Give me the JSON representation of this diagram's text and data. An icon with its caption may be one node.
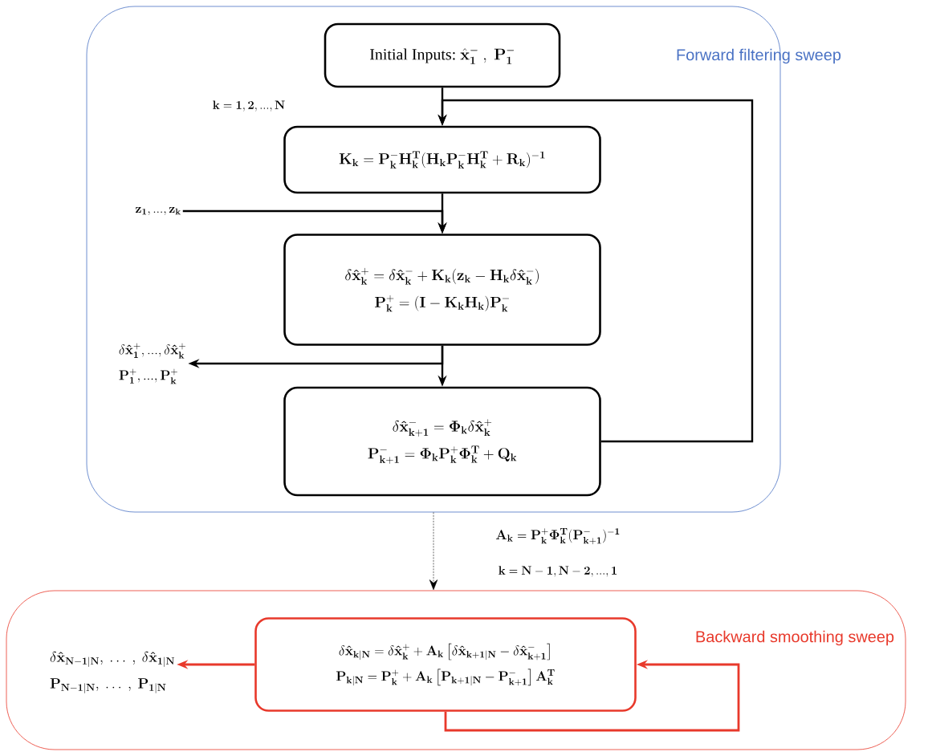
{
  "diagram": {
    "nodes": [
      {
        "text": [
          "Forward filtering sweep"
        ]
      },
      {
        "text": [
          "Initial Inputs:",
          "\\hat{\\mathbf{x}}_{\\mathbf{1}}^{-}\\ ,\\ \\mathbf{P}_{\\mathbf{1}}^{-}"
        ],
        "in": 0
      },
      {
        "text": [
          "\\mathbf{K_k=P_k^-H_k^T(H_kP_k^-H_k^T+R_k)^{-1}}"
        ],
        "in": 0
      },
      {
        "text": [
          "\\mathbf{\\delta\\hat{x}_k^+=\\delta\\hat{x}_k^-+K_k(z_k-H_k\\delta\\hat{x}_k^-)}",
          "\\mathbf{P_k^+=(I-K_kH_k)P_k^-}"
        ],
        "in": 0
      },
      {
        "text": [
          "\\mathbf{\\delta\\hat{x}_{k+1}^-=\\Phi_k\\delta\\hat{x}_k^+}",
          "\\mathbf{P_{k+1}^-=\\Phi_kP_k^+\\Phi_k^T+Q_k}"
        ],
        "in": 0
      },
      {
        "text": [
          "\\mathbf{z_1,...,z_k}"
        ],
        "in": 0
      },
      {
        "text": [
          "\\mathbf{\\delta\\hat{x}_1^+,...,\\delta\\hat{x}_k^+}",
          "\\mathbf{P_1^+,...,P_k^+}"
        ],
        "in": 0
      },
      {
        "text": [
          "Backward smoothing sweep"
        ]
      },
      {
        "text": [
          "\\mathbf{\\delta\\hat{x}_{k|N}=\\delta\\hat{x}_k^++A_k\\left[\\delta\\hat{x}_{k+1|N}-\\delta\\hat{x}_{k+1}^-\\right]}",
          "\\mathbf{P_{k|N}=P_k^++A_k\\left[P_{k+1|N}-P_{k+1}^-\\right]A_k^T}"
        ],
        "in": 7
      },
      {
        "text": [
          "\\mathbf{\\delta\\hat{x}_{N-1|N},\\ \\dots\\ ,\\ \\delta\\hat{x}_{1|N}}",
          "\\mathbf{P_{N-1|N},\\ \\dots\\ ,\\ P_{1|N}}"
        ],
        "in": 7
      }
    ],
    "edges": [
      {
        "from": 1,
        "to": 2,
        "arrow": "to"
      },
      {
        "from": 4,
        "to": 2,
        "arrow": "to"
      },
      {
        "from": 5,
        "to": 3,
        "arrow": "to"
      },
      {
        "from": 2,
        "to": 3,
        "arrow": "to"
      },
      {
        "from": 3,
        "to": 6,
        "arrow": "to"
      },
      {
        "from": 3,
        "to": 4,
        "arrow": "to"
      },
      {
        "from": 0,
        "to": 7,
        "arrow": "to",
        "style": "dashed"
      },
      {
        "from": 8,
        "to": 9,
        "arrow": "to",
        "color": "#e8392b"
      },
      {
        "from": 8,
        "to": 8,
        "arrow": "to",
        "color": "#e8392b"
      }
    ],
    "labels": [
      "\\mathbf{k=1,2,...,N}",
      "\\mathbf{A_k=P_k^+\\Phi_k^T(P_{k+1}^-)^{-1}}",
      "\\mathbf{k=N-1,N-2,...,1}"
    ]
  }
}
